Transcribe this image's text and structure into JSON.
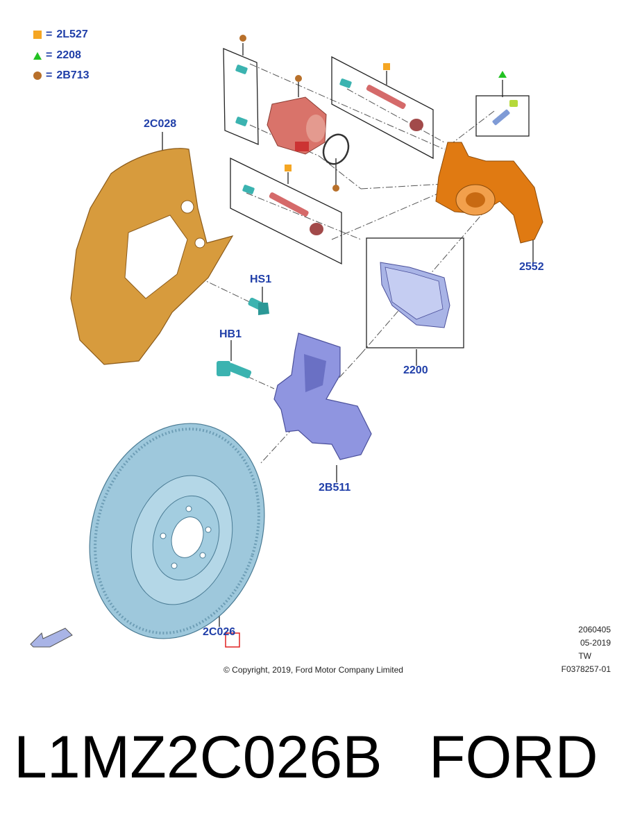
{
  "legend": [
    {
      "shape": "square",
      "color": "#f5a623",
      "code": "2L527"
    },
    {
      "shape": "triangle",
      "color": "#22c222",
      "code": "2208"
    },
    {
      "shape": "circle",
      "color": "#b8702a",
      "code": "2B713"
    }
  ],
  "legend_equals": "=",
  "callouts": {
    "dust_shield": "2C028",
    "caliper": "2552",
    "hs1": "HS1",
    "hb1": "HB1",
    "pads": "2200",
    "bracket": "2B511",
    "rotor": "2C026"
  },
  "meta": {
    "code": "2060405",
    "date": "05-2019",
    "region": "TW",
    "figure": "F0378257-01"
  },
  "copyright": "© Copyright, 2019, Ford Motor Company Limited",
  "part_number": "L1MZ2C026B",
  "brand": "FORD",
  "colors": {
    "label_blue": "#1f3ea8",
    "shield": "#d79b3d",
    "caliper": "#e07a12",
    "piston_housing": "#d9736a",
    "bracket": "#8f95e0",
    "rotor": "#9ec8dc",
    "pad_box": "#a9b4e6",
    "fastener": "#3bb3b0",
    "highlight": "#e02020"
  }
}
